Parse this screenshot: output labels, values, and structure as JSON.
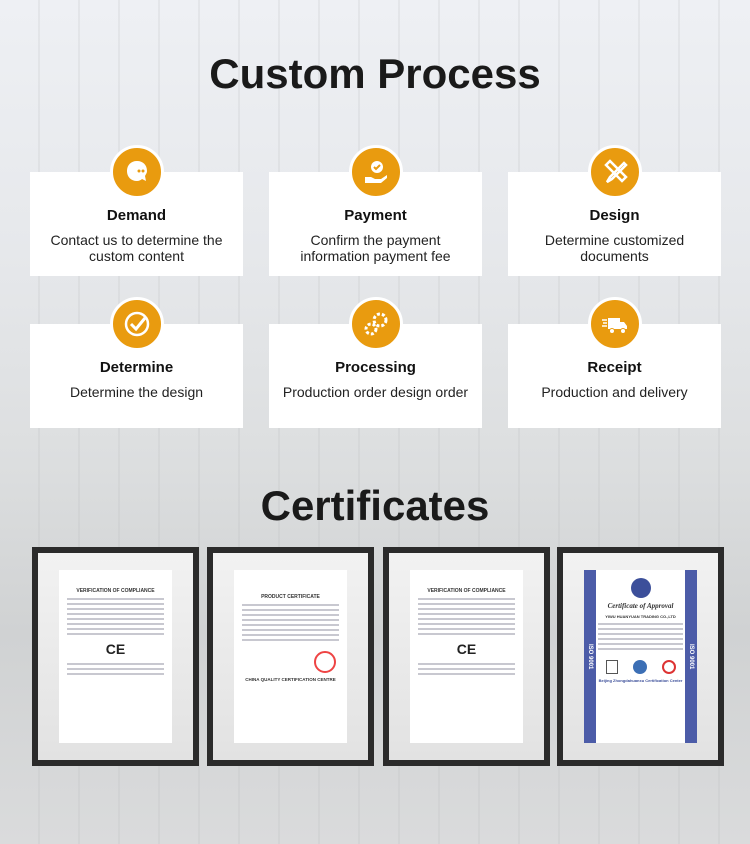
{
  "process": {
    "title": "Custom Process",
    "steps": [
      {
        "title": "Demand",
        "desc": "Contact us to determine the custom content",
        "icon": "chat-bubble-icon"
      },
      {
        "title": "Payment",
        "desc": "Confirm the payment information payment fee",
        "icon": "hand-payment-icon"
      },
      {
        "title": "Design",
        "desc": "Determine customized documents",
        "icon": "pencil-ruler-icon"
      },
      {
        "title": "Determine",
        "desc": "Determine the design",
        "icon": "check-circle-icon"
      },
      {
        "title": "Processing",
        "desc": "Production order design order",
        "icon": "gears-icon"
      },
      {
        "title": "Receipt",
        "desc": "Production and delivery",
        "icon": "delivery-truck-icon"
      }
    ]
  },
  "certificates": {
    "title": "Certificates",
    "items": [
      {
        "heading": "VERIFICATION OF COMPLIANCE",
        "mark": "CE"
      },
      {
        "heading": "PRODUCT CERTIFICATE",
        "footer": "CHINA QUALITY CERTIFICATION CENTRE"
      },
      {
        "heading": "VERIFICATION OF COMPLIANCE",
        "mark": "CE"
      },
      {
        "heading": "Certificate of Approval",
        "company": "YIWU HUANYUAN TRADING CO.,LTD",
        "side": "ISO 9001",
        "footer": "Beijing Zhongdahuanxu Certification Center"
      }
    ]
  },
  "accent": "#e99b0f"
}
